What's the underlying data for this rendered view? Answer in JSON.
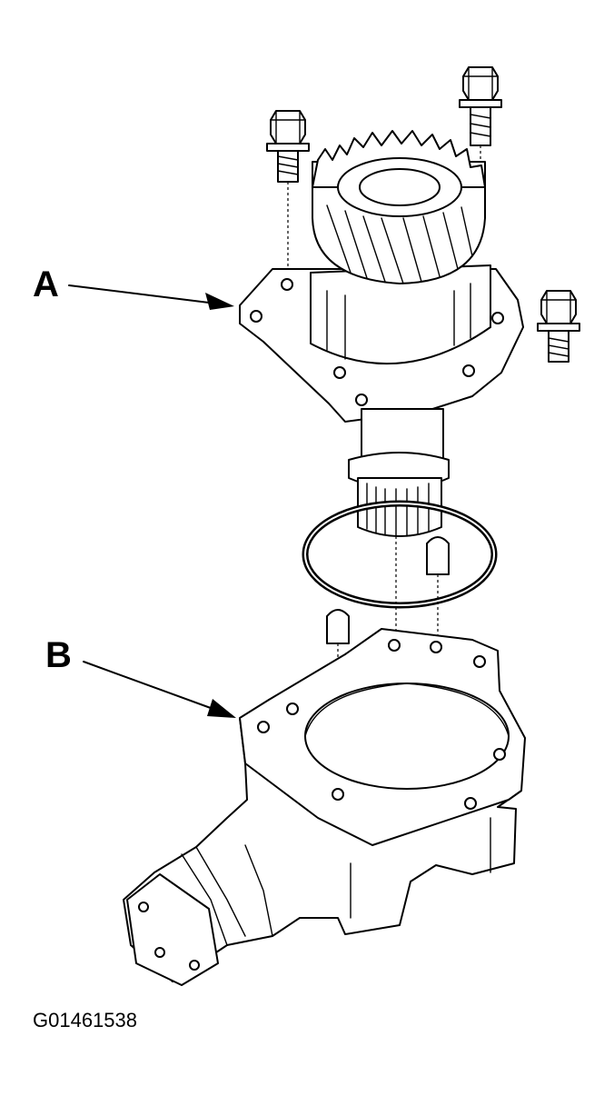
{
  "callouts": {
    "a": "A",
    "b": "B"
  },
  "figure_id": "G01461538"
}
